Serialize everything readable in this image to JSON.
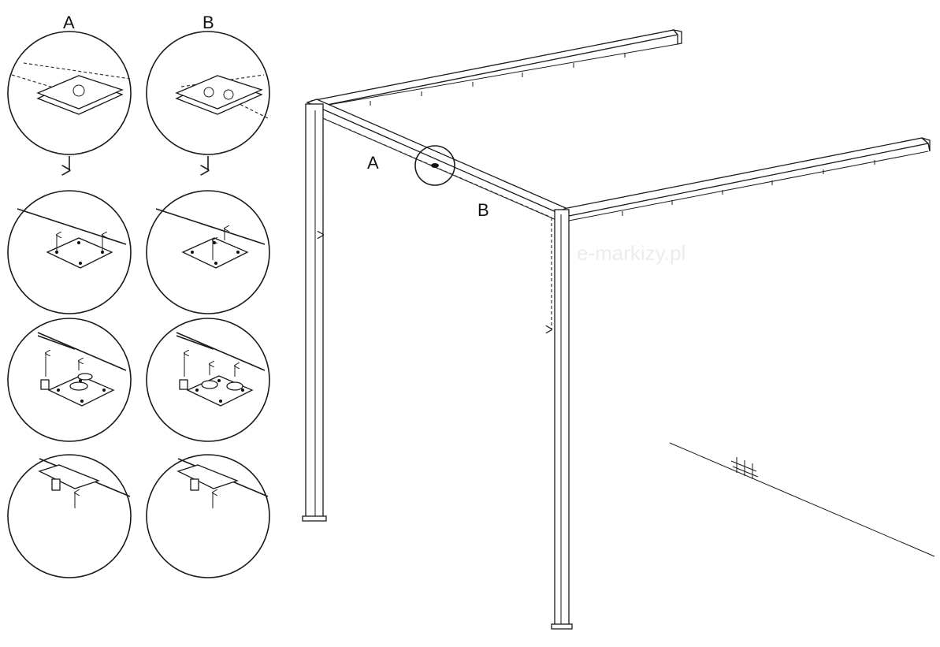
{
  "labels": {
    "column_a": "A",
    "column_b": "B",
    "frame_a": "A",
    "frame_b": "B"
  },
  "watermark": "e-markizy.pl",
  "colors": {
    "line": "#1a1a1a",
    "background": "#ffffff"
  }
}
